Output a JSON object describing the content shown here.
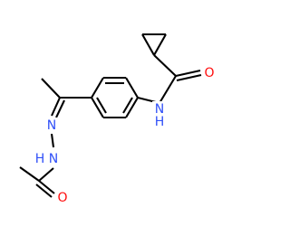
{
  "molecule": {
    "atoms": [
      {
        "id": "o_amide",
        "symbol": "O",
        "color": "#ff0d0d"
      },
      {
        "id": "n_amide",
        "symbol": "N",
        "color": "#3050f8"
      },
      {
        "id": "h_amide",
        "symbol": "H",
        "color": "#3050f8"
      },
      {
        "id": "n_imine",
        "symbol": "N",
        "color": "#3050f8"
      },
      {
        "id": "n_hydrazide",
        "symbol": "N",
        "color": "#3050f8"
      },
      {
        "id": "h_hydrazide",
        "symbol": "H",
        "color": "#3050f8"
      },
      {
        "id": "o_acetyl",
        "symbol": "O",
        "color": "#ff0d0d"
      }
    ],
    "bond_color": "#000000"
  }
}
